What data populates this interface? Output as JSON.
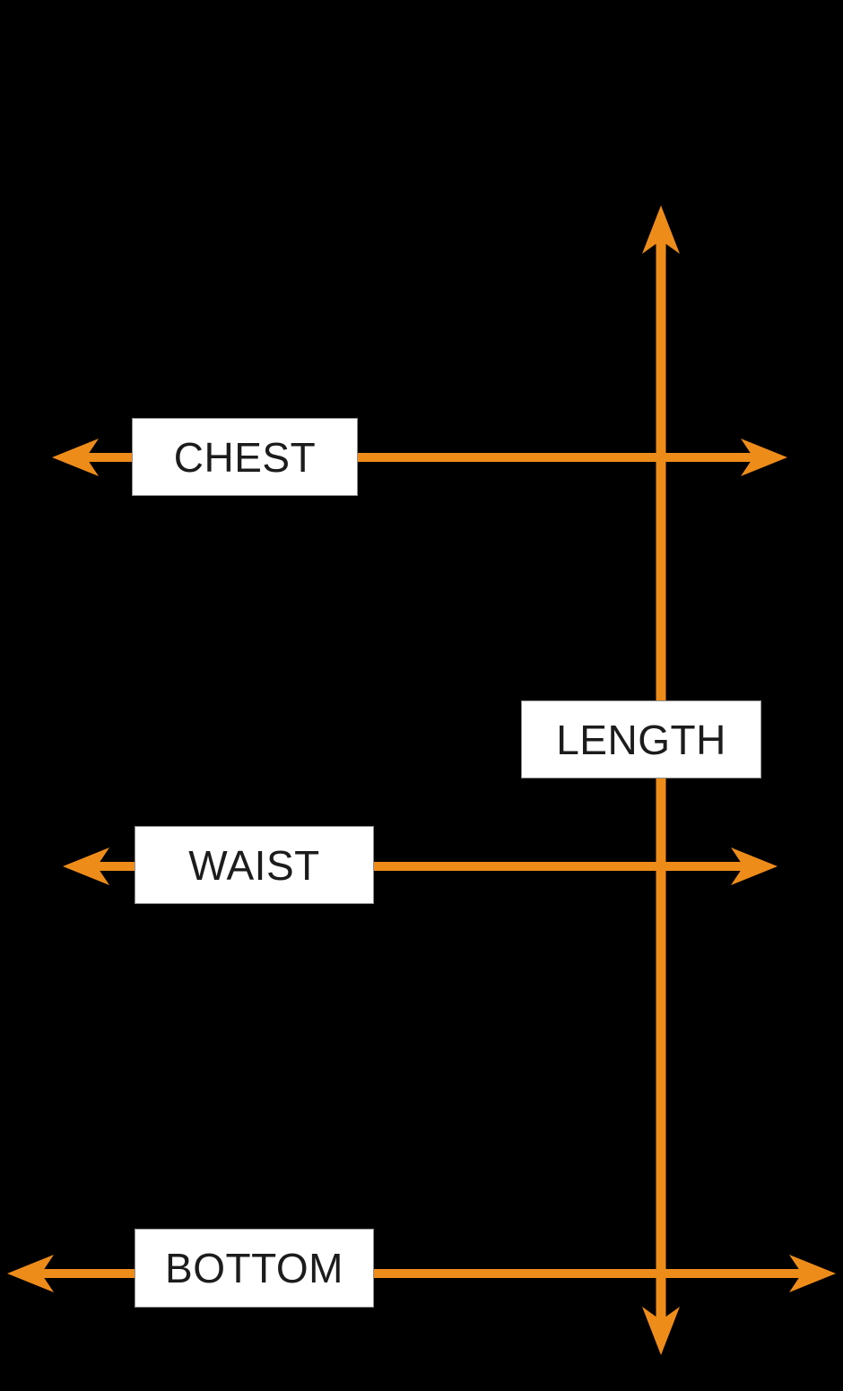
{
  "diagram": {
    "type": "garment-measurement-diagram",
    "labels": {
      "chest": "CHEST",
      "length": "LENGTH",
      "waist": "WAIST",
      "bottom": "BOTTOM"
    },
    "arrows": [
      {
        "name": "chest-width-arrow",
        "orientation": "horizontal",
        "measures": "CHEST"
      },
      {
        "name": "waist-width-arrow",
        "orientation": "horizontal",
        "measures": "WAIST"
      },
      {
        "name": "bottom-width-arrow",
        "orientation": "horizontal",
        "measures": "BOTTOM"
      },
      {
        "name": "length-arrow",
        "orientation": "vertical",
        "measures": "LENGTH"
      }
    ]
  },
  "colors": {
    "background": "#000000",
    "arrow": "#EE8C1A",
    "label_bg": "#FFFFFF",
    "label_text": "#1C1C1C",
    "label_border": "#8F8F8F"
  }
}
